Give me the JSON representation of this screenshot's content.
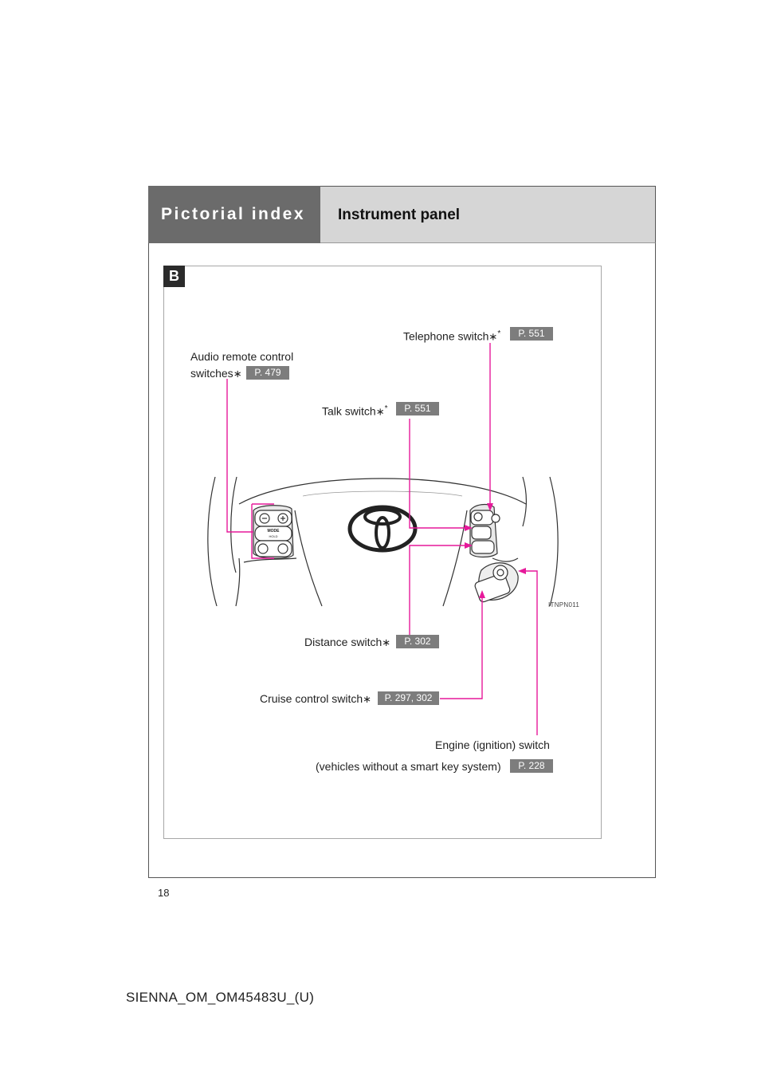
{
  "header": {
    "section": "Pictorial index",
    "title": "Instrument panel"
  },
  "diagram": {
    "badge": "B",
    "figure_id": "ITNPN011",
    "callouts": {
      "audio": {
        "line1": "Audio remote control",
        "line2": "switches",
        "asterisk": "∗",
        "ref": "P. 479"
      },
      "telephone": {
        "label": "Telephone switch",
        "asterisk": "∗",
        "sup": "*",
        "ref": "P. 551"
      },
      "talk": {
        "label": "Talk switch",
        "asterisk": "∗",
        "sup": "*",
        "ref": "P. 551"
      },
      "distance": {
        "label": "Distance switch",
        "asterisk": "∗",
        "ref": "P. 302"
      },
      "cruise": {
        "label": "Cruise control switch",
        "asterisk": "∗",
        "ref": "P. 297, 302"
      },
      "engine": {
        "line1": "Engine (ignition) switch",
        "line2": "(vehicles without a smart key system)",
        "ref": "P. 228"
      }
    },
    "switch_text": {
      "mode": "MODE",
      "hold": "HOLD"
    },
    "colors": {
      "leader": "#e6199a",
      "ref_badge": "#7d7d7d",
      "header_dark": "#6b6b6b",
      "header_light": "#d6d6d6"
    }
  },
  "page_number": "18",
  "footer": "SIENNA_OM_OM45483U_(U)"
}
